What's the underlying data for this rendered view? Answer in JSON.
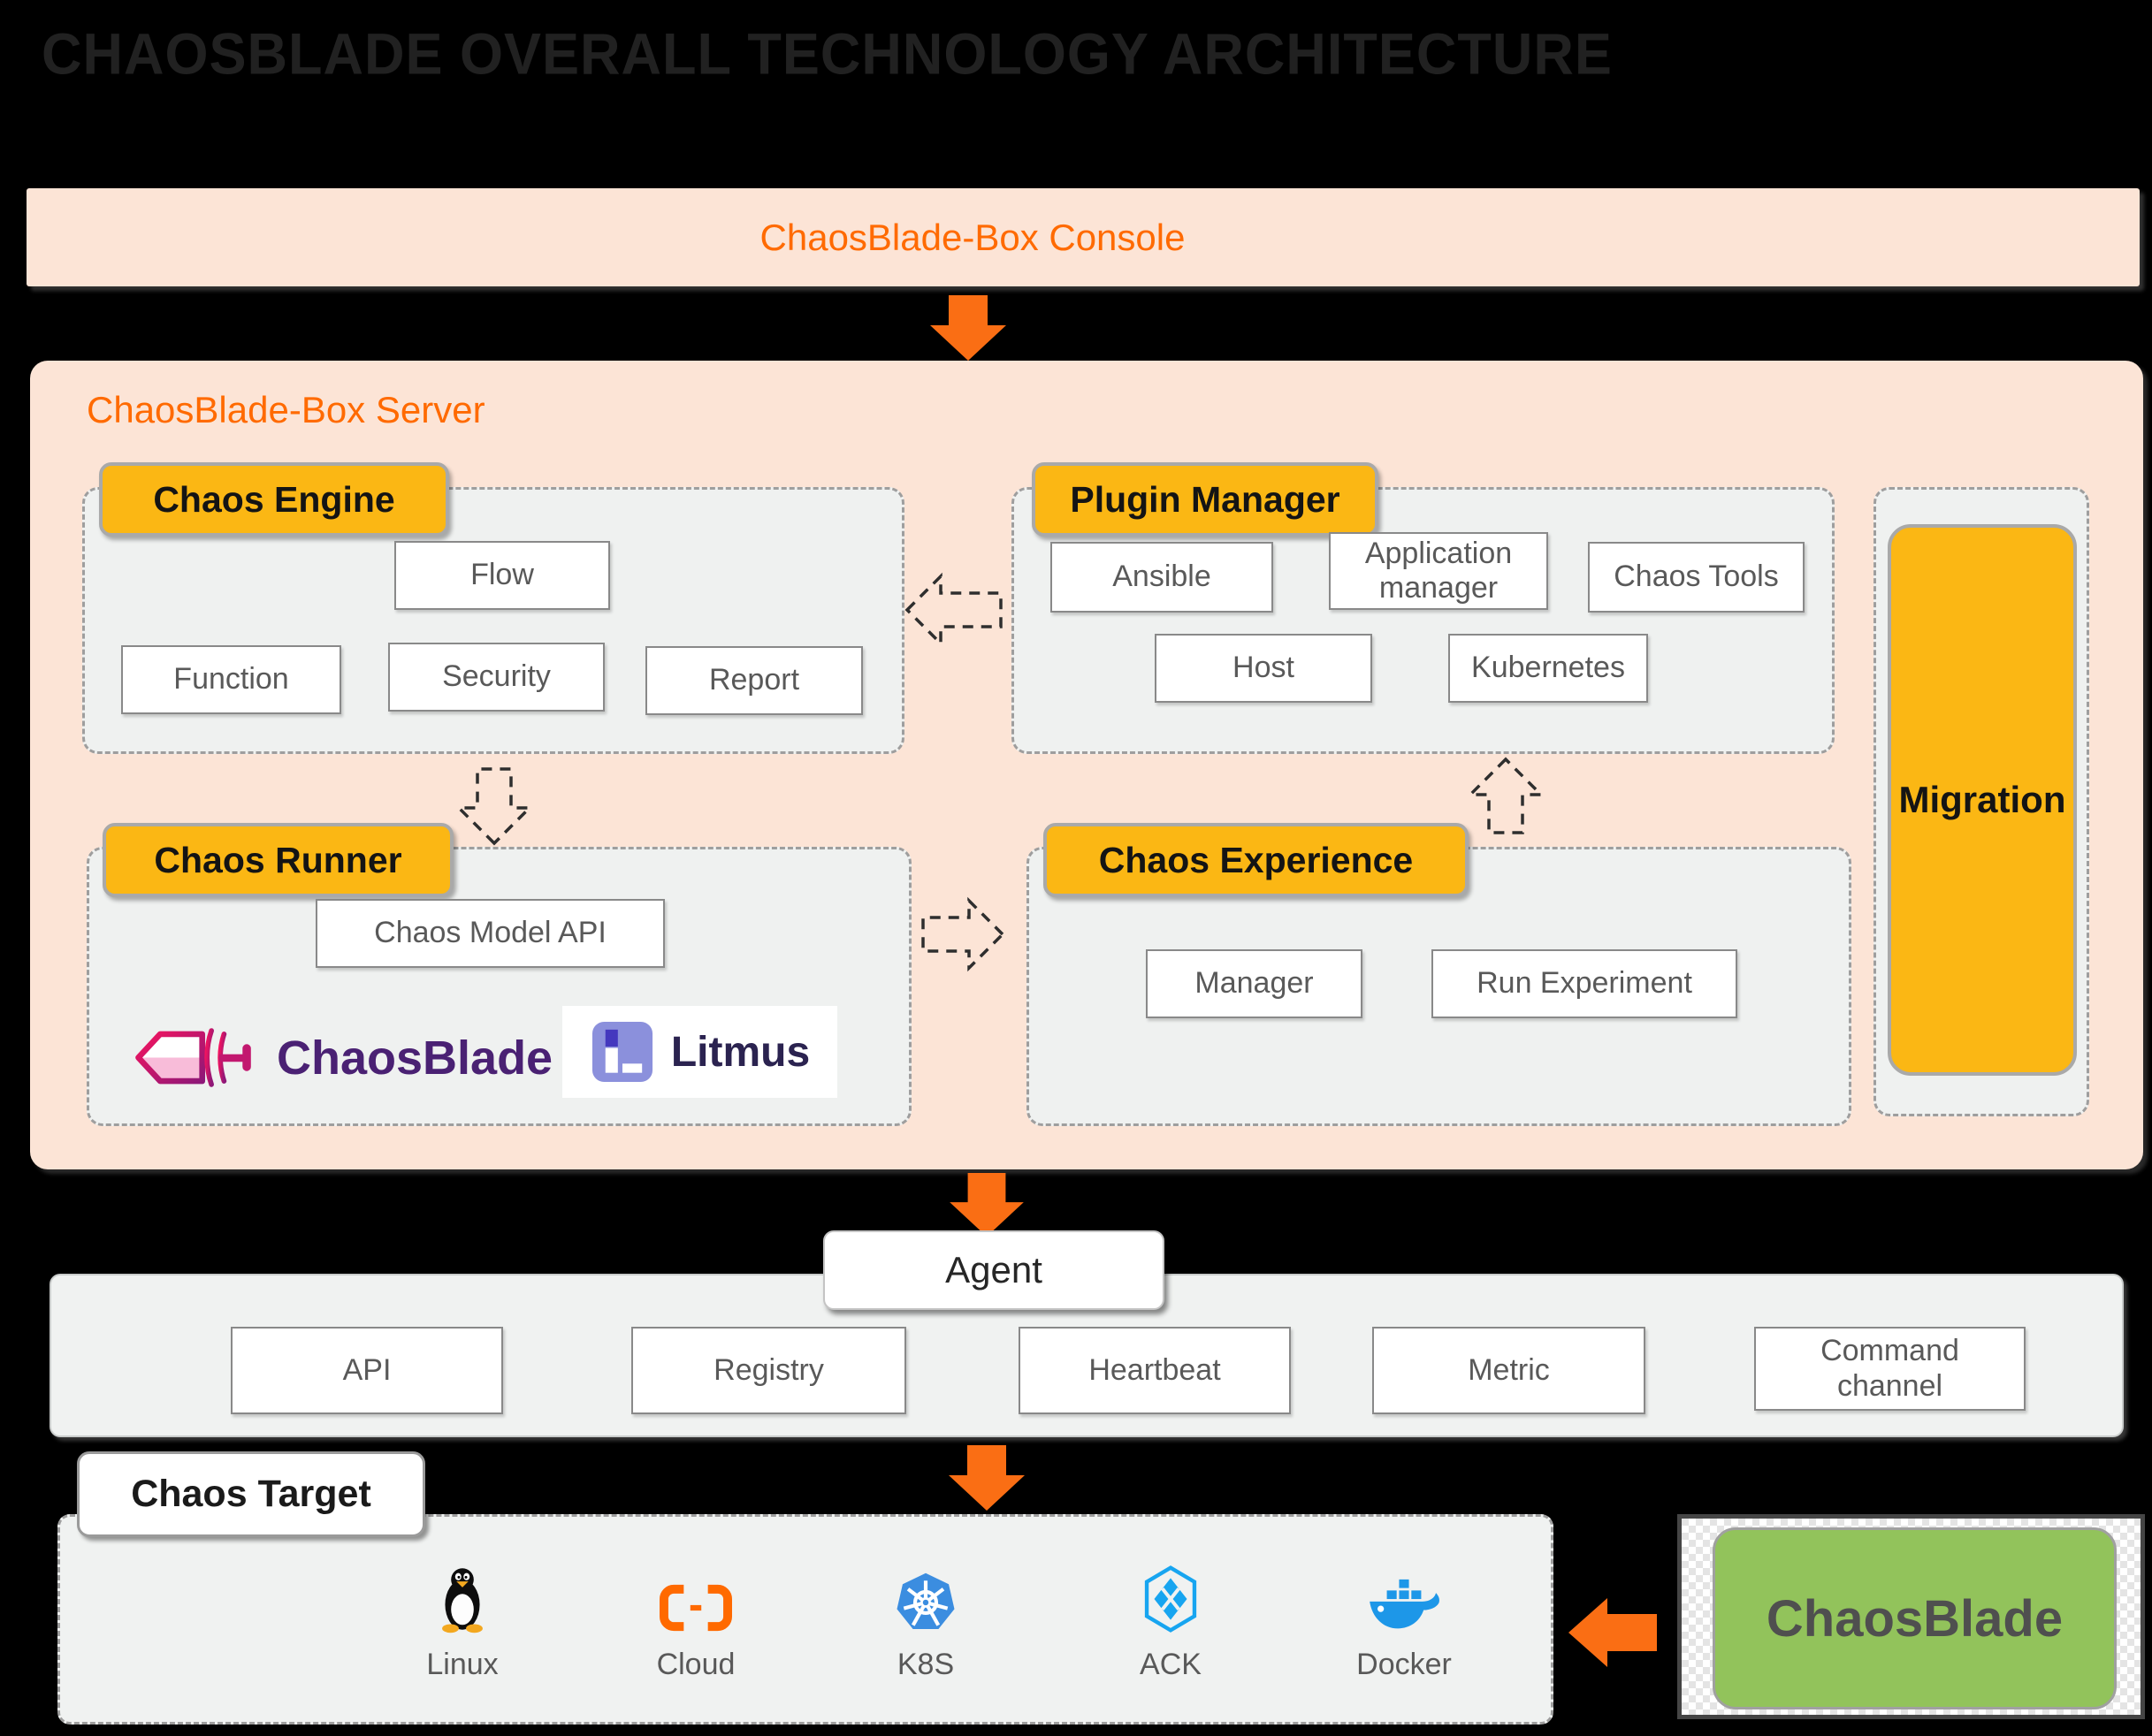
{
  "title": "CHAOSBLADE OVERALL TECHNOLOGY ARCHITECTURE",
  "console": {
    "label": "ChaosBlade-Box Console"
  },
  "server": {
    "label": "ChaosBlade-Box Server",
    "chaos_engine": {
      "label": "Chaos Engine",
      "items": [
        "Flow",
        "Function",
        "Security",
        "Report"
      ]
    },
    "plugin_manager": {
      "label": "Plugin Manager",
      "items": [
        "Ansible",
        "Application manager",
        "Chaos Tools",
        "Host",
        "Kubernetes"
      ]
    },
    "migration": {
      "label": "Migration"
    },
    "chaos_runner": {
      "label": "Chaos Runner",
      "api_label": "Chaos Model API",
      "chaosblade_logo_text": "ChaosBlade",
      "litmus_logo_text": "Litmus"
    },
    "chaos_experience": {
      "label": "Chaos Experience",
      "items": [
        "Manager",
        "Run Experiment"
      ]
    }
  },
  "agent": {
    "label": "Agent",
    "items": [
      "API",
      "Registry",
      "Heartbeat",
      "Metric",
      "Command channel"
    ]
  },
  "chaos_target": {
    "label": "Chaos Target",
    "targets": [
      "Linux",
      "Cloud",
      "K8S",
      "ACK",
      "Docker"
    ]
  },
  "external": {
    "chaosblade_label": "ChaosBlade"
  },
  "colors": {
    "background": "#000000",
    "peach": "#FCE4D6",
    "orange_text": "#FF6A00",
    "arrow_orange": "#FA6E14",
    "label_yellow": "#FBB714",
    "panel_fill": "#EFF1F0",
    "band_fill": "#F0F2F1",
    "box_text": "#595959",
    "green": "#92C35B",
    "k8s_blue": "#3B8DE0",
    "ack_blue": "#17A5F0",
    "docker_blue": "#1D97E8"
  }
}
